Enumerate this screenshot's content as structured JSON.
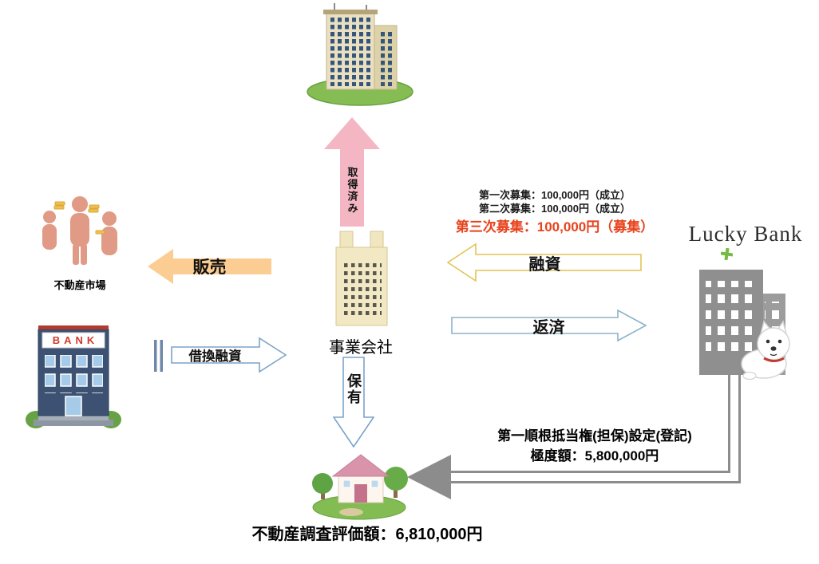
{
  "colors": {
    "pink_arrow": "#f4b6c3",
    "orange_arrow": "#fbcd92",
    "gold_arrow_border": "#e2c455",
    "blue_arrow_border": "#8bb3cc",
    "steel_arrow_border": "#7ba4c9",
    "gray_arrow": "#8c8c8c",
    "highlight_red": "#e8421c",
    "bank_sign_red": "#cf3a2c"
  },
  "arrows": {
    "acquired_label": "取得済み",
    "sale_label": "販売",
    "loan_label": "融資",
    "repay_label": "返済",
    "refinance_label": "借換融資",
    "holding_label": "保有"
  },
  "funding_notes": {
    "round1": "第一次募集：100,000円（成立）",
    "round2": "第二次募集：100,000円（成立）",
    "round3": "第三次募集：100,000円（募集）"
  },
  "entities": {
    "market_label": "不動産市場",
    "company_label": "事業会社",
    "bank_sign": "BANK",
    "lender_logo": "Lucky Bank"
  },
  "mortgage": {
    "line1": "第一順根抵当権(担保)設定(登記)",
    "line2": "極度額：5,800,000円"
  },
  "valuation_label": "不動産調査評価額：6,810,000円"
}
